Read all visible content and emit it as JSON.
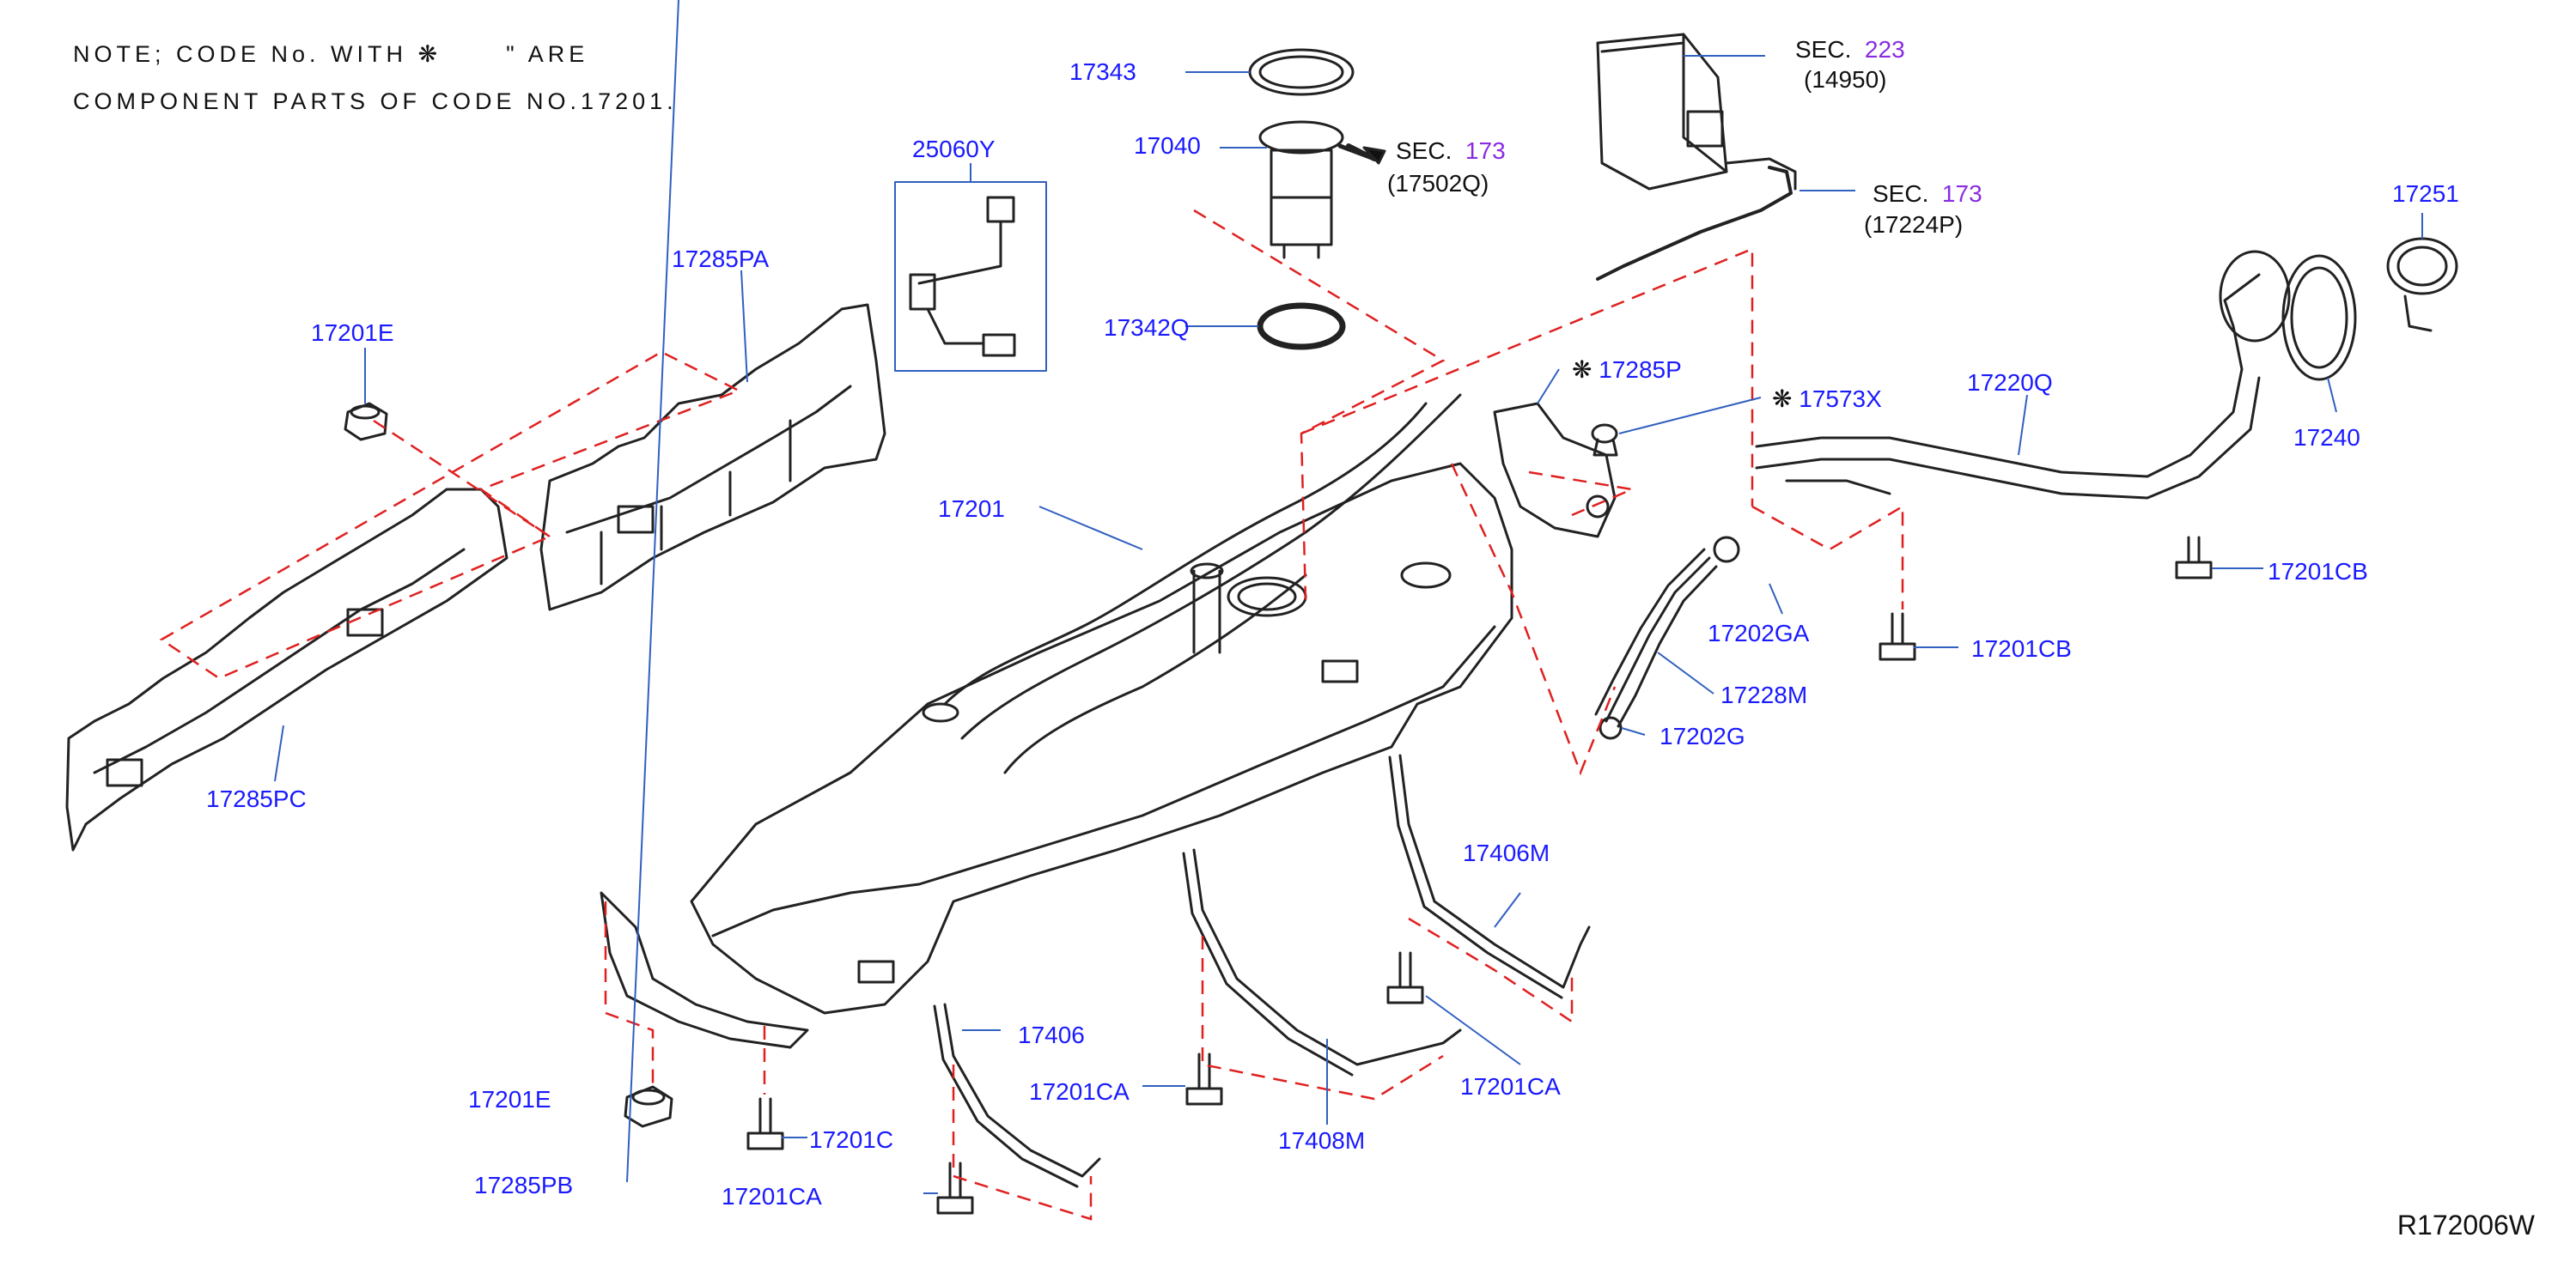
{
  "note": {
    "line1_prefix": "NOTE; CODE No. WITH",
    "symbol": "❋",
    "line1_suffix": "\" ARE",
    "line2": "COMPONENT PARTS OF CODE NO.17201."
  },
  "labels": {
    "p17343": "17343",
    "p17040": "17040",
    "p17342Q": "17342Q",
    "p25060Y": "25060Y",
    "p17285PA": "17285PA",
    "p17201E_top": "17201E",
    "p17285PC": "17285PC",
    "p17201": "17201",
    "p17285P": "17285P",
    "p17573X": "17573X",
    "p17220Q": "17220Q",
    "p17251": "17251",
    "p17240": "17240",
    "p17201CB_right": "17201CB",
    "p17201CB_mid": "17201CB",
    "p17202GA": "17202GA",
    "p17228M": "17228M",
    "p17202G": "17202G",
    "p17406M": "17406M",
    "p17201CA_right": "17201CA",
    "p17408M": "17408M",
    "p17201CA_mid": "17201CA",
    "p17406": "17406",
    "p17201E_bottom": "17201E",
    "p17201C": "17201C",
    "p17285PB": "17285PB",
    "p17201CA_bottom": "17201CA"
  },
  "sections": {
    "sec1": {
      "prefix": "SEC.",
      "num": "173",
      "code": "(17502Q)"
    },
    "sec2": {
      "prefix": "SEC.",
      "num": "223",
      "code": "(14950)"
    },
    "sec3": {
      "prefix": "SEC.",
      "num": "173",
      "code": "(17224P)"
    }
  },
  "star_symbol": "❋",
  "reference_code": "R172006W",
  "colors": {
    "label": "#1a1aff",
    "section_number": "#8a2be2",
    "dashed": "#e02020",
    "drawing": "#222222"
  }
}
